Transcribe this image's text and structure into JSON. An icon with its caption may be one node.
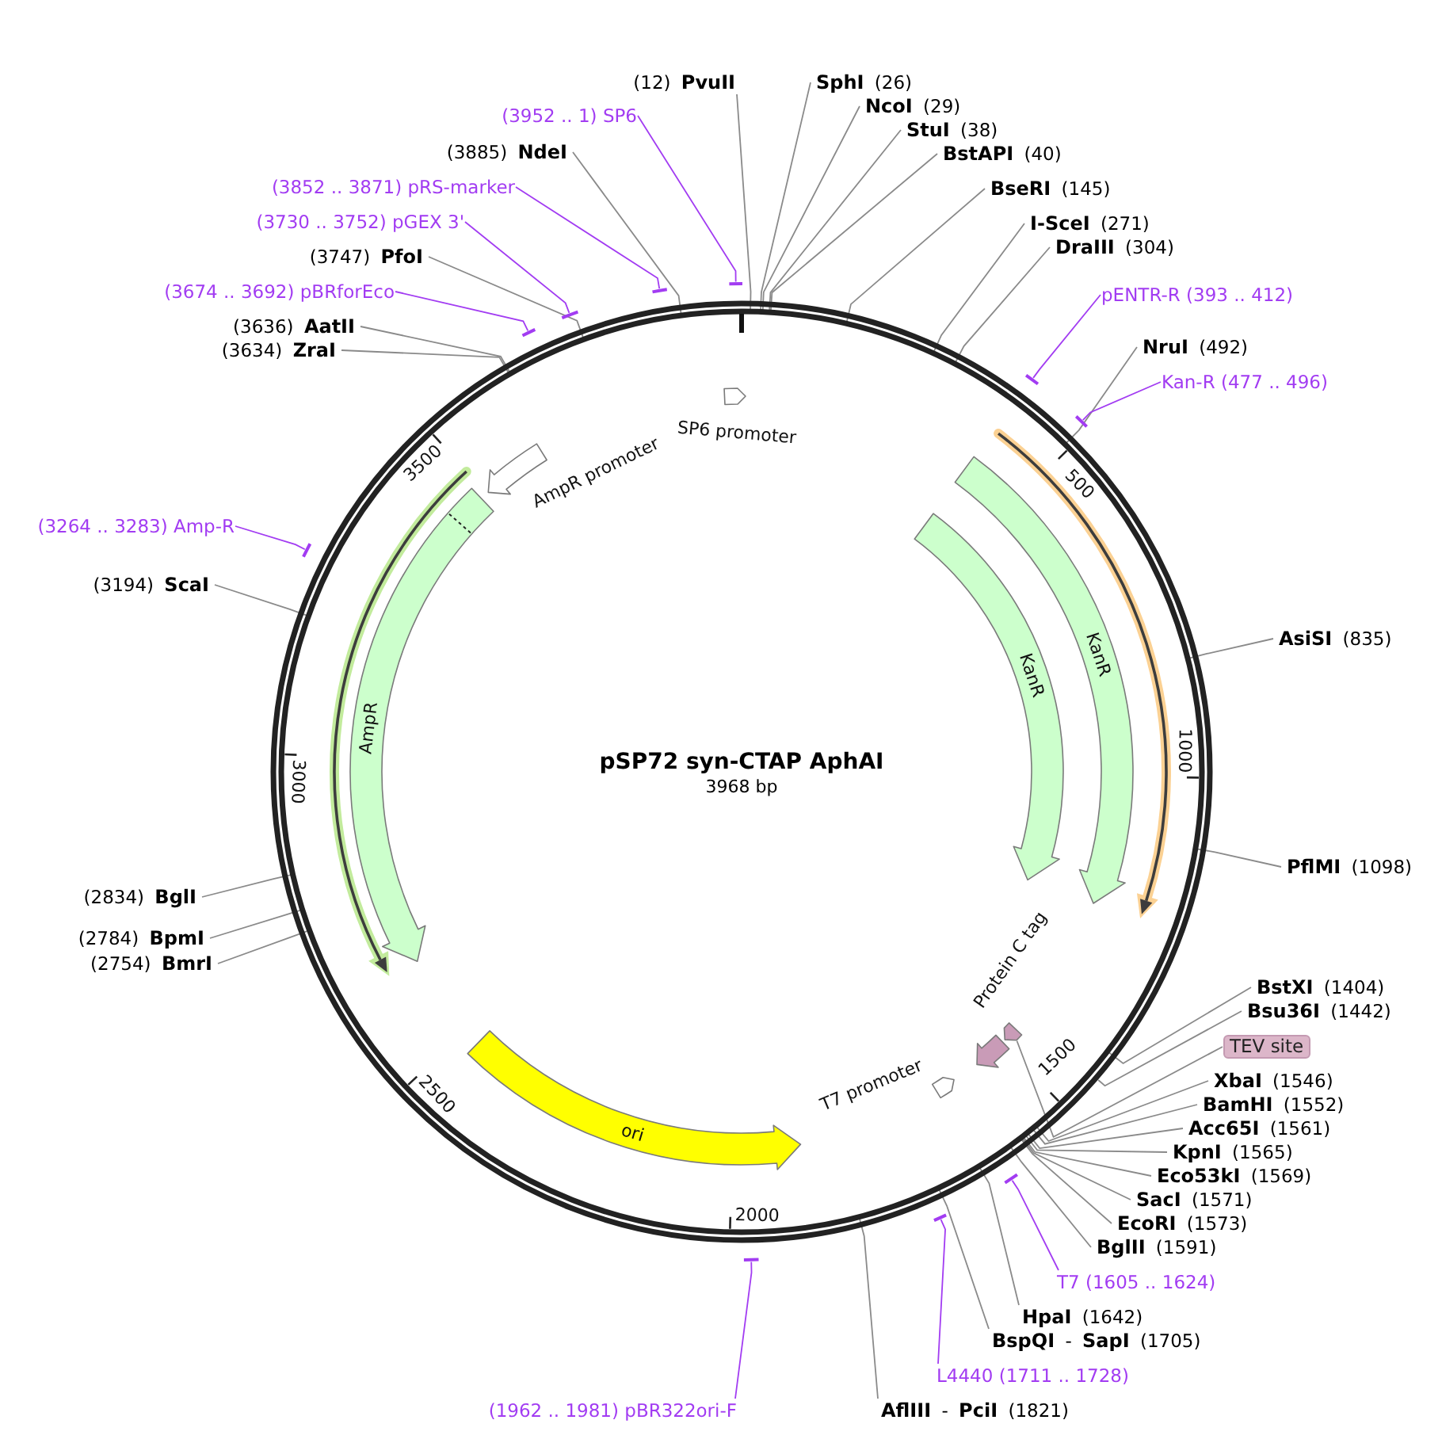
{
  "diagram": {
    "title": "pSP72 syn-CTAP AphAI",
    "nodes": [
      {
        "text": [
          "(12) **PvuII**"
        ]
      },
      {
        "text": [
          "**SphI** (26)"
        ]
      },
      {
        "text": [
          "(3952 .. 1) SP6"
        ]
      },
      {
        "text": [
          "**NcoI** (29)"
        ]
      },
      {
        "text": [
          "**StuI** (38)"
        ]
      },
      {
        "text": [
          "(3885) **NdeI**"
        ]
      },
      {
        "text": [
          "**BstAPI** (40)"
        ]
      },
      {
        "text": [
          "(3852 .. 3871) pRS-marker"
        ]
      },
      {
        "text": [
          "**BseRI** (145)"
        ]
      },
      {
        "text": [
          "(3730 .. 3752) pGEX 3'"
        ]
      },
      {
        "text": [
          "**I-SceI** (271)"
        ]
      },
      {
        "text": [
          "**DraIII** (304)"
        ]
      },
      {
        "text": [
          "(3747) **PfoI**"
        ]
      },
      {
        "text": [
          "(3674 .. 3692) pBRforEco"
        ]
      },
      {
        "text": [
          "pENTR-R (393 .. 412)"
        ]
      },
      {
        "text": [
          "(3636) **AatII**"
        ]
      },
      {
        "text": [
          "**NruI** (492)"
        ]
      },
      {
        "text": [
          "(3634) **ZraI**"
        ]
      },
      {
        "text": [
          "Kan-R (477 .. 496)"
        ]
      },
      {
        "text": [
          "(3264 .. 3283) Amp-R"
        ]
      },
      {
        "text": [
          "(3194) **ScaI**"
        ]
      },
      {
        "text": [
          "**AsiSI** (835)"
        ]
      },
      {
        "text": [
          "**PflMI** (1098)"
        ]
      },
      {
        "text": [
          "(2834) **BglI**"
        ]
      },
      {
        "text": [
          "(2784) **BpmI**"
        ]
      },
      {
        "text": [
          "(2754) **BmrI**"
        ]
      },
      {
        "text": [
          "**BstXI** (1404)"
        ]
      },
      {
        "text": [
          "**Bsu36I** (1442)"
        ]
      },
      {
        "text": [
          "TEV site"
        ]
      },
      {
        "text": [
          "**XbaI** (1546)"
        ]
      },
      {
        "text": [
          "**BamHI** (1552)"
        ]
      },
      {
        "text": [
          "**Acc65I** (1561)"
        ]
      },
      {
        "text": [
          "**KpnI** (1565)"
        ]
      },
      {
        "text": [
          "**Eco53kI** (1569)"
        ]
      },
      {
        "text": [
          "**SacI** (1571)"
        ]
      },
      {
        "text": [
          "**EcoRI** (1573)"
        ]
      },
      {
        "text": [
          "**BglII** (1591)"
        ]
      },
      {
        "text": [
          "T7 (1605 .. 1624)"
        ]
      },
      {
        "text": [
          "**HpaI** (1642)"
        ]
      },
      {
        "text": [
          "**BspQI** - **SapI** (1705)"
        ]
      },
      {
        "text": [
          "L4440 (1711 .. 1728)"
        ]
      },
      {
        "text": [
          "(1962 .. 1981) pBR322ori-F"
        ]
      },
      {
        "text": [
          "**AflIII** - **PciI** (1821)"
        ]
      },
      {
        "text": [
          "SP6 promoter"
        ]
      },
      {
        "text": [
          "AmpR promoter"
        ]
      },
      {
        "text": [
          "KanR"
        ]
      },
      {
        "text": [
          "KanR"
        ]
      },
      {
        "text": [
          "AmpR"
        ]
      },
      {
        "text": [
          "Protein C tag"
        ]
      },
      {
        "text": [],
        "shape": "arrow"
      },
      {
        "text": [
          "T7 promoter"
        ]
      },
      {
        "text": [
          "ori"
        ]
      },
      {
        "text": [],
        "shape": "bar"
      },
      {
        "text": [],
        "shape": "bar"
      },
      {
        "text": [],
        "shape": "bar"
      },
      {
        "text": [],
        "shape": "bar"
      },
      {
        "text": [],
        "shape": "bar"
      },
      {
        "text": [],
        "shape": "bar"
      },
      {
        "text": [],
        "shape": "bar"
      },
      {
        "text": [],
        "shape": "bar"
      },
      {
        "text": [],
        "shape": "bar"
      },
      {
        "text": [],
        "shape": "bar"
      }
    ],
    "edges": [
      {
        "from": 0,
        "to": null,
        "arrow": "none"
      },
      {
        "from": 1,
        "to": null,
        "arrow": "none"
      },
      {
        "from": 2,
        "to": 52,
        "arrow": "none",
        "color": "#a23cf2"
      },
      {
        "from": 3,
        "to": null,
        "arrow": "none"
      },
      {
        "from": 4,
        "to": null,
        "arrow": "none"
      },
      {
        "from": 5,
        "to": null,
        "arrow": "none"
      },
      {
        "from": 6,
        "to": null,
        "arrow": "none"
      },
      {
        "from": 7,
        "to": 53,
        "arrow": "none",
        "color": "#a23cf2"
      },
      {
        "from": 8,
        "to": null,
        "arrow": "none"
      },
      {
        "from": 9,
        "to": 54,
        "arrow": "none",
        "color": "#a23cf2"
      },
      {
        "from": 10,
        "to": null,
        "arrow": "none"
      },
      {
        "from": 11,
        "to": null,
        "arrow": "none"
      },
      {
        "from": 12,
        "to": null,
        "arrow": "none"
      },
      {
        "from": 13,
        "to": 55,
        "arrow": "none",
        "color": "#a23cf2"
      },
      {
        "from": 14,
        "to": 56,
        "arrow": "none",
        "color": "#a23cf2"
      },
      {
        "from": 15,
        "to": null,
        "arrow": "none"
      },
      {
        "from": 16,
        "to": null,
        "arrow": "none"
      },
      {
        "from": 17,
        "to": null,
        "arrow": "none"
      },
      {
        "from": 18,
        "to": 57,
        "arrow": "none",
        "color": "#a23cf2"
      },
      {
        "from": 19,
        "to": 58,
        "arrow": "none",
        "color": "#a23cf2"
      },
      {
        "from": 20,
        "to": null,
        "arrow": "none"
      },
      {
        "from": 21,
        "to": null,
        "arrow": "none"
      },
      {
        "from": 22,
        "to": null,
        "arrow": "none"
      },
      {
        "from": 23,
        "to": null,
        "arrow": "none"
      },
      {
        "from": 24,
        "to": null,
        "arrow": "none"
      },
      {
        "from": 25,
        "to": null,
        "arrow": "none"
      },
      {
        "from": 26,
        "to": null,
        "arrow": "none"
      },
      {
        "from": 27,
        "to": null,
        "arrow": "none"
      },
      {
        "from": 28,
        "to": 49,
        "arrow": "none"
      },
      {
        "from": 29,
        "to": null,
        "arrow": "none"
      },
      {
        "from": 30,
        "to": null,
        "arrow": "none"
      },
      {
        "from": 31,
        "to": null,
        "arrow": "none"
      },
      {
        "from": 32,
        "to": null,
        "arrow": "none"
      },
      {
        "from": 33,
        "to": null,
        "arrow": "none"
      },
      {
        "from": 34,
        "to": null,
        "arrow": "none"
      },
      {
        "from": 35,
        "to": null,
        "arrow": "none"
      },
      {
        "from": 36,
        "to": null,
        "arrow": "none"
      },
      {
        "from": 37,
        "to": 59,
        "arrow": "none",
        "color": "#a23cf2"
      },
      {
        "from": 38,
        "to": null,
        "arrow": "none"
      },
      {
        "from": 39,
        "to": null,
        "arrow": "none"
      },
      {
        "from": 40,
        "to": 60,
        "arrow": "none",
        "color": "#a23cf2"
      },
      {
        "from": 41,
        "to": 61,
        "arrow": "none",
        "color": "#a23cf2"
      },
      {
        "from": 42,
        "to": null,
        "arrow": "none"
      }
    ],
    "labels": [
      "500",
      "3500",
      "1000",
      "3000",
      "3968 bp",
      "1500",
      "2500",
      "2000"
    ]
  }
}
